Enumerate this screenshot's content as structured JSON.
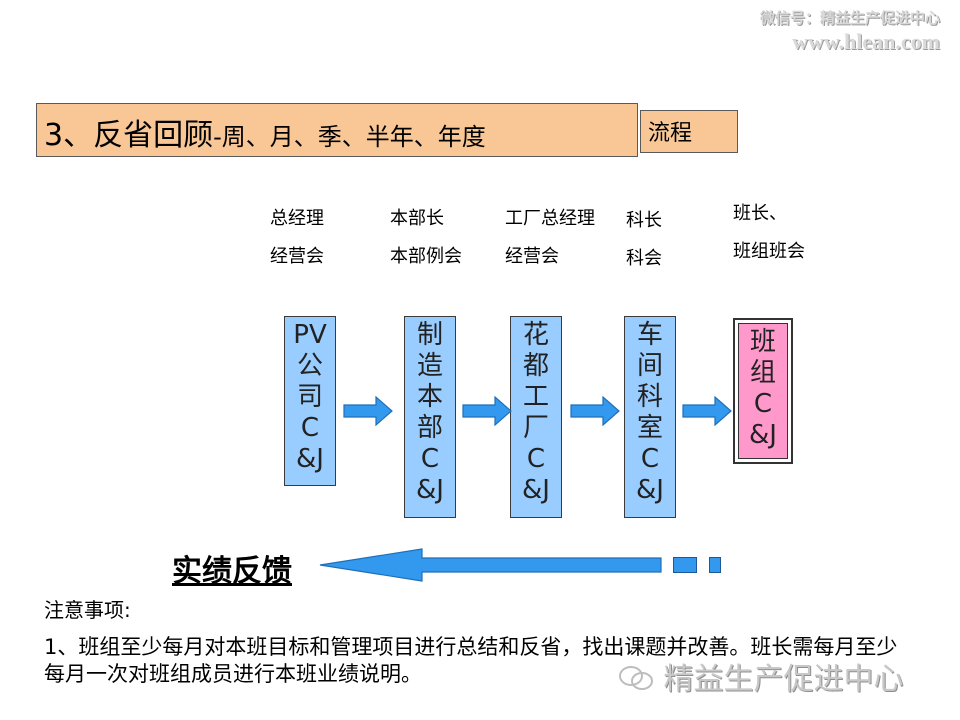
{
  "watermark": {
    "line1": "微信号：精益生产促进中心",
    "url": "www.hlean.com",
    "bottom": "精益生产促进中心"
  },
  "title": {
    "main": "3、反省回顾",
    "sub": "-周、月、季、半年、年度",
    "flow": "流程"
  },
  "meetings": [
    {
      "role": "总经理",
      "meeting": "经营会"
    },
    {
      "role": "本部长",
      "meeting": "本部例会"
    },
    {
      "role": "工厂总经理",
      "meeting": "经营会"
    },
    {
      "role": "科长",
      "meeting": "科会"
    },
    {
      "role": "班长、",
      "meeting": "班组班会"
    }
  ],
  "org_units": [
    {
      "lines": [
        "PV",
        "公",
        "司",
        "C",
        "&J"
      ],
      "color": "#99ccff"
    },
    {
      "lines": [
        "制",
        "造",
        "本",
        "部",
        "C",
        "&J"
      ],
      "color": "#99ccff"
    },
    {
      "lines": [
        "花",
        "都",
        "工",
        "厂",
        "C",
        "&J"
      ],
      "color": "#99ccff"
    },
    {
      "lines": [
        "车",
        "间",
        "科",
        "室",
        "C",
        "&J"
      ],
      "color": "#99ccff"
    },
    {
      "lines": [
        "班",
        "组",
        "C",
        "&J"
      ],
      "color": "#ff99cc"
    }
  ],
  "feedback": "实绩反馈",
  "notes": {
    "heading": "注意事项:",
    "item1": "1、班组至少每月对本班目标和管理项目进行总结和反省，找出课题并改善。班长需每月至少每月一次对班组成员进行本班业绩说明。"
  },
  "colors": {
    "title_bg": "#f9c796",
    "org_blue": "#99ccff",
    "team_pink": "#ff99cc",
    "arrow_blue": "#3399ee"
  }
}
